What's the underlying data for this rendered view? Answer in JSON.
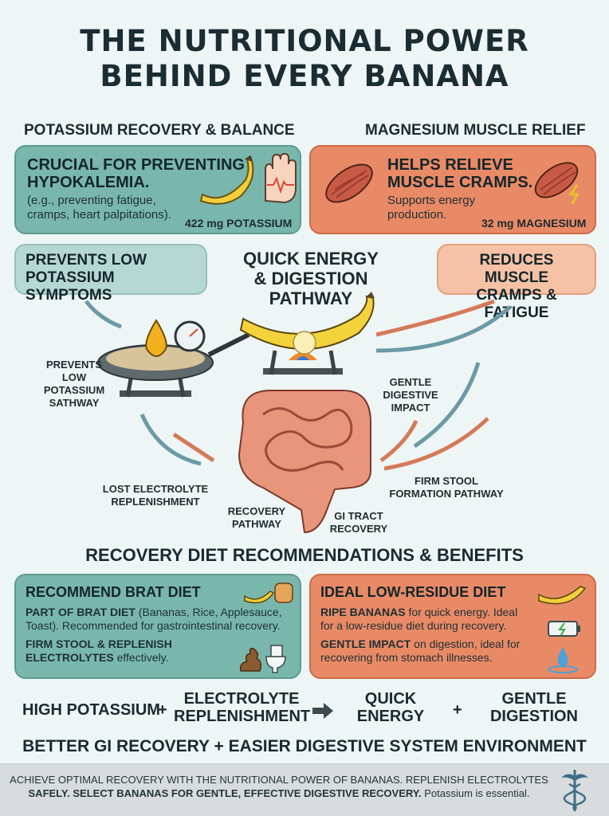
{
  "title_line1": "THE NUTRITIONAL POWER",
  "title_line2": "BEHIND EVERY BANANA",
  "potassium": {
    "heading": "POTASSIUM RECOVERY & BALANCE",
    "card_title_1": "CRUCIAL FOR PREVENTING",
    "card_title_2": "HYPOKALEMIA.",
    "card_text_1": "(e.g., preventing fatigue,",
    "card_text_2": "cramps, heart palpitations).",
    "amount": "422 mg POTASSIUM"
  },
  "magnesium": {
    "heading": "MAGNESIUM MUSCLE RELIEF",
    "card_title_1": "HELPS RELIEVE",
    "card_title_2": "MUSCLE CRAMPS.",
    "card_text_1": "Supports energy",
    "card_text_2": "production.",
    "amount": "32 mg MAGNESIUM"
  },
  "diagram": {
    "prevents_box_1": "PREVENTS LOW",
    "prevents_box_2": "POTASSIUM SYMPTOMS",
    "center_title_1": "QUICK ENERGY",
    "center_title_2": "& DIGESTION",
    "center_title_3": "PATHWAY",
    "reduces_box_1": "REDUCES MUSCLE",
    "reduces_box_2": "CRAMPS & FATIGUE",
    "prevents_path_1": "PREVENTS",
    "prevents_path_2": "LOW POTASSIUM",
    "prevents_path_3": "SATHWAY",
    "gentle_1": "GENTLE",
    "gentle_2": "DIGESTIVE",
    "gentle_3": "IMPACT",
    "lost_1": "LOST ELECTROLYTE",
    "lost_2": "REPLENISHMENT",
    "recovery_1": "RECOVERY",
    "recovery_2": "PATHWAY",
    "gi_1": "GI TRACT",
    "gi_2": "RECOVERY",
    "firm_1": "FIRM STOOL",
    "firm_2": "FORMATION PATHWAY"
  },
  "recommend": {
    "heading": "RECOVERY DIET RECOMMENDATIONS & BENEFITS",
    "brat_title": "RECOMMEND BRAT DIET",
    "brat_b1": "PART OF BRAT DIET",
    "brat_t1": " (Bananas, Rice, Applesauce,",
    "brat_t2": "Toast). Recommended for gastrointestinal recovery.",
    "brat_b2": "FIRM STOOL & REPLENISH",
    "brat_b3": "ELECTROLYTES",
    "brat_t3": " effectively.",
    "low_title": "IDEAL LOW-RESIDUE DIET",
    "low_b1": "RIPE BANANAS",
    "low_t1": " for quick energy. Ideal",
    "low_t2": "for a low-residue diet during recovery.",
    "low_b2": "GENTLE IMPACT",
    "low_t3": " on digestion, ideal for",
    "low_t4": "recovering from stomach illnesses."
  },
  "formula": {
    "item1": "HIGH POTASSIUM",
    "plus1": "+",
    "item2_1": "ELECTROLYTE",
    "item2_2": "REPLENISHMENT",
    "item3_1": "QUICK",
    "item3_2": "ENERGY",
    "plus2": "+",
    "item4_1": "GENTLE",
    "item4_2": "DIGESTION",
    "result": "BETTER GI RECOVERY + EASIER DIGESTIVE SYSTEM ENVIRONMENT"
  },
  "footer": {
    "line1": "ACHIEVE OPTIMAL RECOVERY WITH THE NUTRITIONAL POWER OF BANANAS. REPLENISH ELECTROLYTES",
    "line2_bold": "SAFELY. SELECT BANANAS FOR GENTLE, EFFECTIVE DIGESTIVE RECOVERY.",
    "line2_rest": " Potassium is essential."
  }
}
